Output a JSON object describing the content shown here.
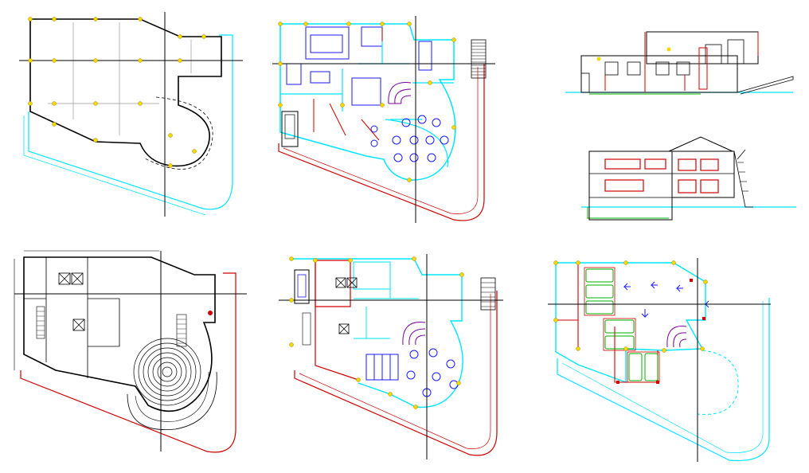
{
  "drawing": {
    "background": "#ffffff",
    "palette": {
      "outline": "#000000",
      "cyan": "#00e5ff",
      "red": "#d00000",
      "blue": "#1a1aff",
      "yellow": "#f5d800",
      "green": "#00b000",
      "gray": "#9a9a9a"
    },
    "views": [
      {
        "id": "roof-plan",
        "kind": "plan"
      },
      {
        "id": "ground-floor-plan",
        "kind": "plan"
      },
      {
        "id": "front-elevation",
        "kind": "elevation"
      },
      {
        "id": "section",
        "kind": "section"
      },
      {
        "id": "structure-plan",
        "kind": "plan"
      },
      {
        "id": "first-floor-plan",
        "kind": "plan"
      },
      {
        "id": "basement-parking-plan",
        "kind": "plan"
      }
    ]
  }
}
